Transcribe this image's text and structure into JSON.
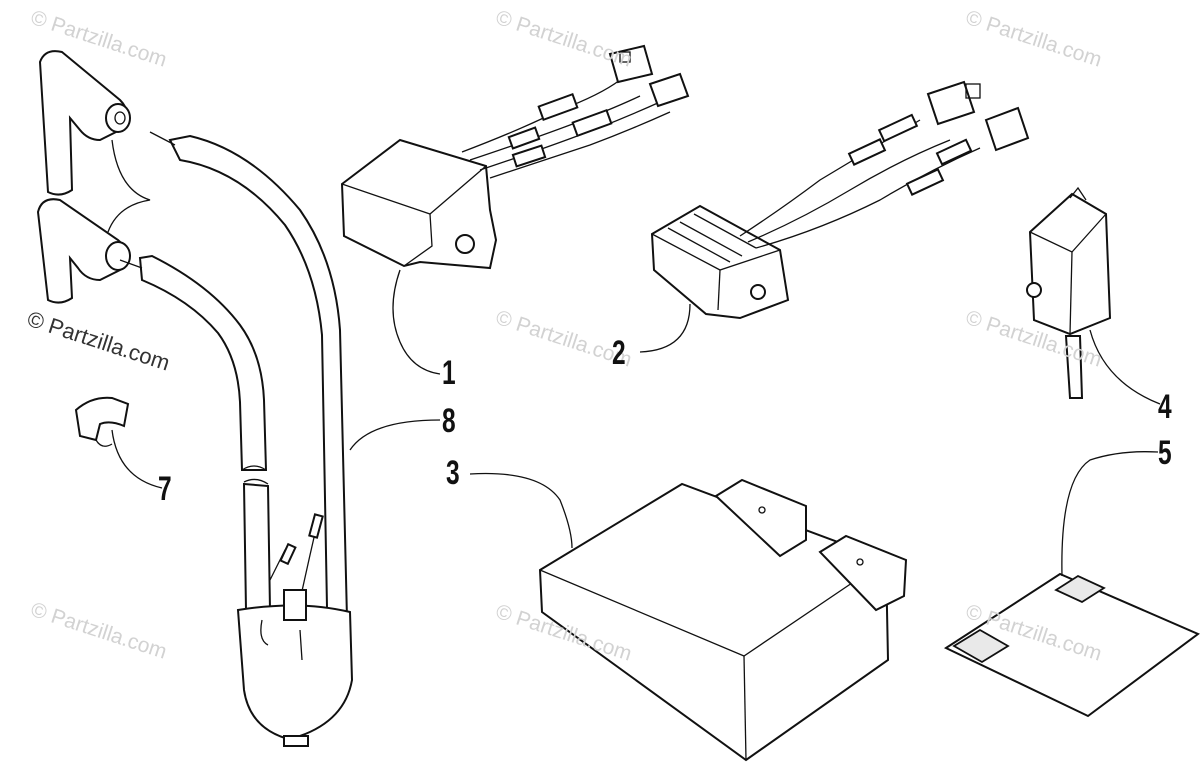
{
  "watermarks": {
    "text": "© Partzilla.com",
    "prominent_text": "© Partzilla.com"
  },
  "callouts": [
    {
      "id": "1",
      "label": "1"
    },
    {
      "id": "2",
      "label": "2"
    },
    {
      "id": "3",
      "label": "3"
    },
    {
      "id": "4",
      "label": "4"
    },
    {
      "id": "5",
      "label": "5"
    },
    {
      "id": "7",
      "label": "7"
    },
    {
      "id": "8",
      "label": "8"
    }
  ],
  "colors": {
    "line": "#111111",
    "watermark": "#d2d2d2",
    "shading": "#e9e9e9"
  }
}
